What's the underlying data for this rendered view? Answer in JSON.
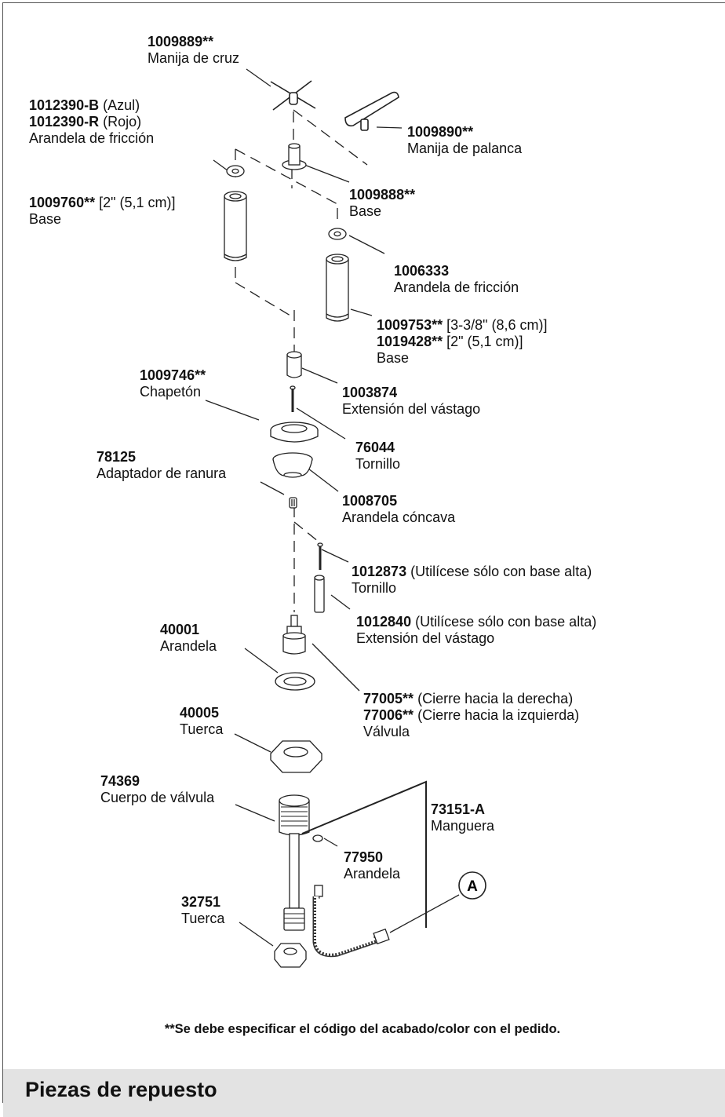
{
  "parts": {
    "p1009889": {
      "number": "1009889**",
      "desc": "Manija de cruz"
    },
    "p1012390": {
      "number_b": "1012390-B",
      "note_b": "(Azul)",
      "number_r": "1012390-R",
      "note_r": "(Rojo)",
      "desc": "Arandela de fricción"
    },
    "p1009890": {
      "number": "1009890**",
      "desc": "Manija de palanca"
    },
    "p1009888": {
      "number": "1009888**",
      "desc": "Base"
    },
    "p1009760": {
      "number": "1009760**",
      "size": "[2\" (5,1 cm)]",
      "desc": "Base"
    },
    "p1006333": {
      "number": "1006333",
      "desc": "Arandela de fricción"
    },
    "p1009753": {
      "number_a": "1009753**",
      "size_a": "[3-3/8\" (8,6 cm)]",
      "number_b": "1019428**",
      "size_b": "[2\" (5,1 cm)]",
      "desc": "Base"
    },
    "p1009746": {
      "number": "1009746**",
      "desc": "Chapetón"
    },
    "p1003874": {
      "number": "1003874",
      "desc": "Extensión del vástago"
    },
    "p76044": {
      "number": "76044",
      "desc": "Tornillo"
    },
    "p78125": {
      "number": "78125",
      "desc": "Adaptador de ranura"
    },
    "p1008705": {
      "number": "1008705",
      "desc": "Arandela cóncava"
    },
    "p1012873": {
      "number": "1012873",
      "note": "(Utilícese sólo con base alta)",
      "desc": "Tornillo"
    },
    "p1012840": {
      "number": "1012840",
      "note": "(Utilícese sólo con base alta)",
      "desc": "Extensión del vástago"
    },
    "p40001": {
      "number": "40001",
      "desc": "Arandela"
    },
    "p77005": {
      "number_a": "77005**",
      "note_a": "(Cierre hacia la derecha)",
      "number_b": "77006**",
      "note_b": "(Cierre hacia la izquierda)",
      "desc": "Válvula"
    },
    "p40005": {
      "number": "40005",
      "desc": "Tuerca"
    },
    "p74369": {
      "number": "74369",
      "desc": "Cuerpo de válvula"
    },
    "p73151": {
      "number": "73151-A",
      "desc": "Manguera"
    },
    "p77950": {
      "number": "77950",
      "desc": "Arandela"
    },
    "p32751": {
      "number": "32751",
      "desc": "Tuerca"
    }
  },
  "callout_a": "A",
  "footnote": "**Se debe especificar el código del acabado/color con el pedido.",
  "section_title": "Piezas de repuesto"
}
